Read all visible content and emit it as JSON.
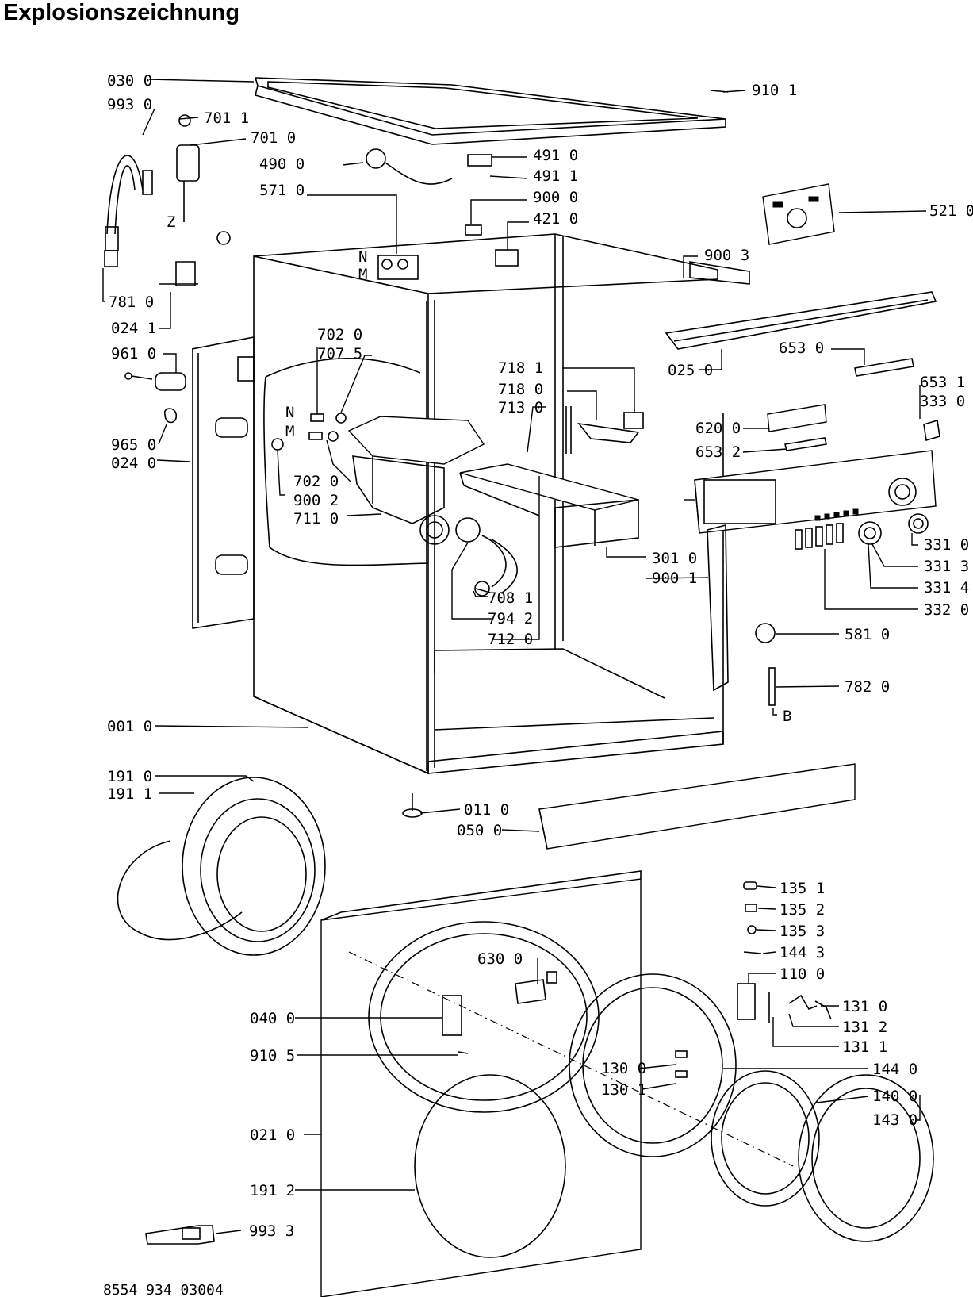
{
  "title": "Explosionszeichnung",
  "drawing_number": "8554 934 03004",
  "pin_letters": [
    "N",
    "M",
    "N",
    "M",
    "Z",
    "B"
  ],
  "parts": [
    "030 0",
    "993 0",
    "701 1",
    "701 0",
    "490 0",
    "571 0",
    "491 0",
    "491 1",
    "900 0",
    "421 0",
    "910 1",
    "521 0",
    "900 3",
    "781 0",
    "024 1",
    "025 0",
    "702 0",
    "707 5",
    "961 0",
    "718 1",
    "718 0",
    "713 0",
    "653 0",
    "653 1",
    "333 0",
    "620 0",
    "653 2",
    "965 0",
    "024 0",
    "702 0",
    "900 2",
    "711 0",
    "301 0",
    "900 1",
    "331 0",
    "331 3",
    "331 4",
    "332 0",
    "708 1",
    "794 2",
    "712 0",
    "581 0",
    "782 0",
    "001 0",
    "191 0",
    "191 1",
    "011 0",
    "050 0",
    "135 1",
    "135 2",
    "135 3",
    "144 3",
    "110 0",
    "630 0",
    "131 0",
    "131 2",
    "131 1",
    "040 0",
    "910 5",
    "130 0",
    "144 0",
    "130 1",
    "140 0",
    "143 0",
    "021 0",
    "191 2",
    "993 3"
  ]
}
